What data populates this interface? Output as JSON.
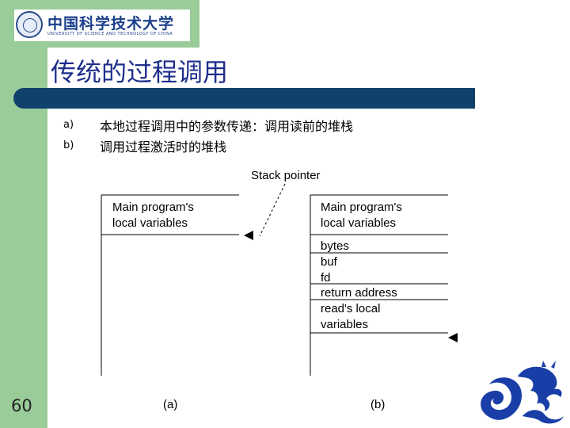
{
  "slide": {
    "title": "传统的过程调用",
    "page_number": "60",
    "items": [
      {
        "marker": "a)",
        "text": "本地过程调用中的参数传递：调用读前的堆栈"
      },
      {
        "marker": "b)",
        "text": "调用过程激活时的堆栈"
      }
    ]
  },
  "logo": {
    "name": "中国科学技术大学",
    "subtitle": "UNIVERSITY OF SCIENCE AND TECHNOLOGY OF CHINA"
  },
  "colors": {
    "sidebar": "#99cc99",
    "title_bar": "#10416b",
    "title_text": "#1f2f8c",
    "dragon": "#1a3ea8"
  },
  "diagram": {
    "pointer_label": "Stack pointer",
    "stack_a": {
      "caption": "(a)",
      "cells": [
        "Main program's\nlocal variables"
      ]
    },
    "stack_b": {
      "caption": "(b)",
      "cells": [
        "Main program's\nlocal variables",
        "bytes\nbuf\nfd",
        "return address",
        "read's local\nvariables"
      ]
    }
  }
}
